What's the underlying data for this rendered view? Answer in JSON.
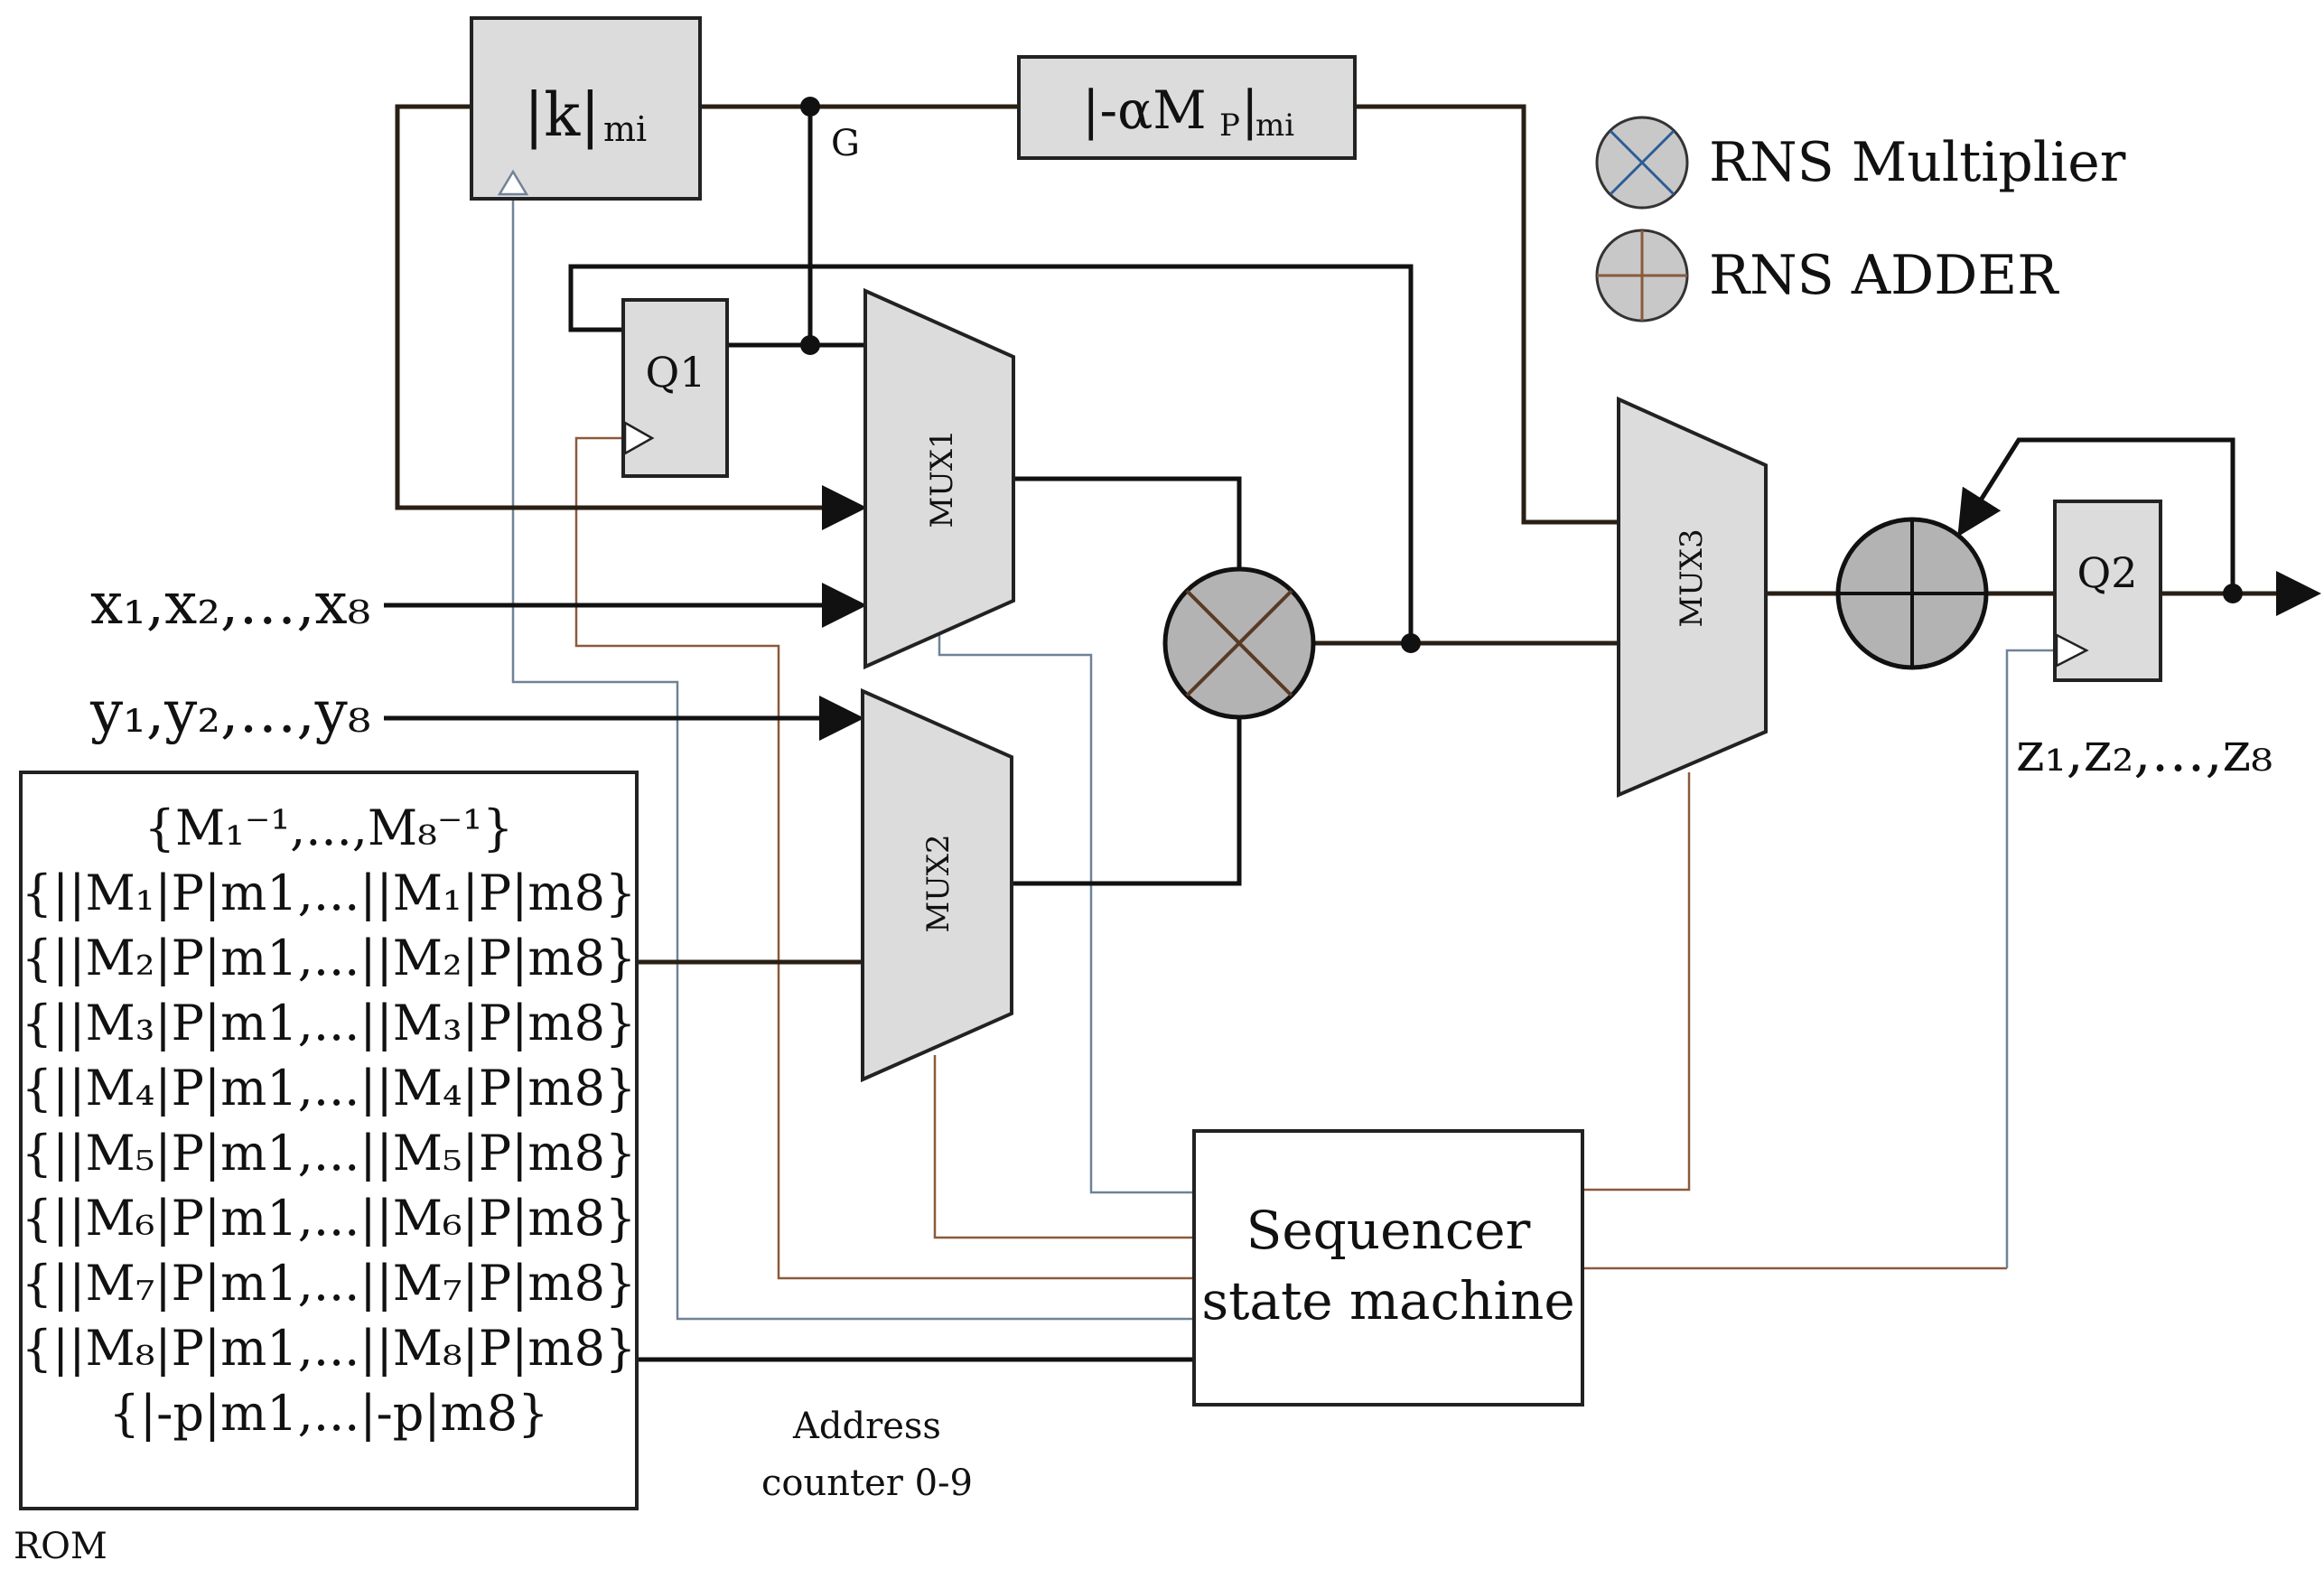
{
  "blocks": {
    "k": {
      "main": "|k|",
      "sub": "mi"
    },
    "alpha": {
      "main": "|-αM",
      "sub1": "P",
      "bar": "|",
      "sub2": "mi"
    },
    "q1": "Q1",
    "q2": "Q2",
    "mux1": "MUX1",
    "mux2": "MUX2",
    "mux3": "MUX3",
    "sequencer": [
      "Sequencer",
      "state machine"
    ],
    "rom_label": "ROM",
    "address_counter": [
      "Address",
      "counter 0-9"
    ],
    "node_g": "G"
  },
  "inputs": {
    "x": "x₁,x₂,…,x₈",
    "y": "y₁,y₂,…,y₈"
  },
  "output": "z₁,z₂,…,z₈",
  "rom_lines": [
    "{M₁⁻¹,...,M₈⁻¹}",
    "{||M₁|P|m1,...||M₁|P|m8}",
    "{||M₂|P|m1,...||M₂|P|m8}",
    "{||M₃|P|m1,...||M₃|P|m8}",
    "{||M₄|P|m1,...||M₄|P|m8}",
    "{||M₅|P|m1,...||M₅|P|m8}",
    "{||M₆|P|m1,...||M₆|P|m8}",
    "{||M₇|P|m1,...||M₇|P|m8}",
    "{||M₈|P|m1,...||M₈|P|m8}",
    "{|-p|m1,...|-p|m8}"
  ],
  "legend": {
    "multiplier": "RNS Multiplier",
    "adder": "RNS ADDER"
  },
  "colors": {
    "block_fill": "#dcdcdc",
    "control_brown": "#8a5a3c",
    "control_gray_blue": "#6f8297",
    "multiplier_cross": "#2b5d95"
  }
}
